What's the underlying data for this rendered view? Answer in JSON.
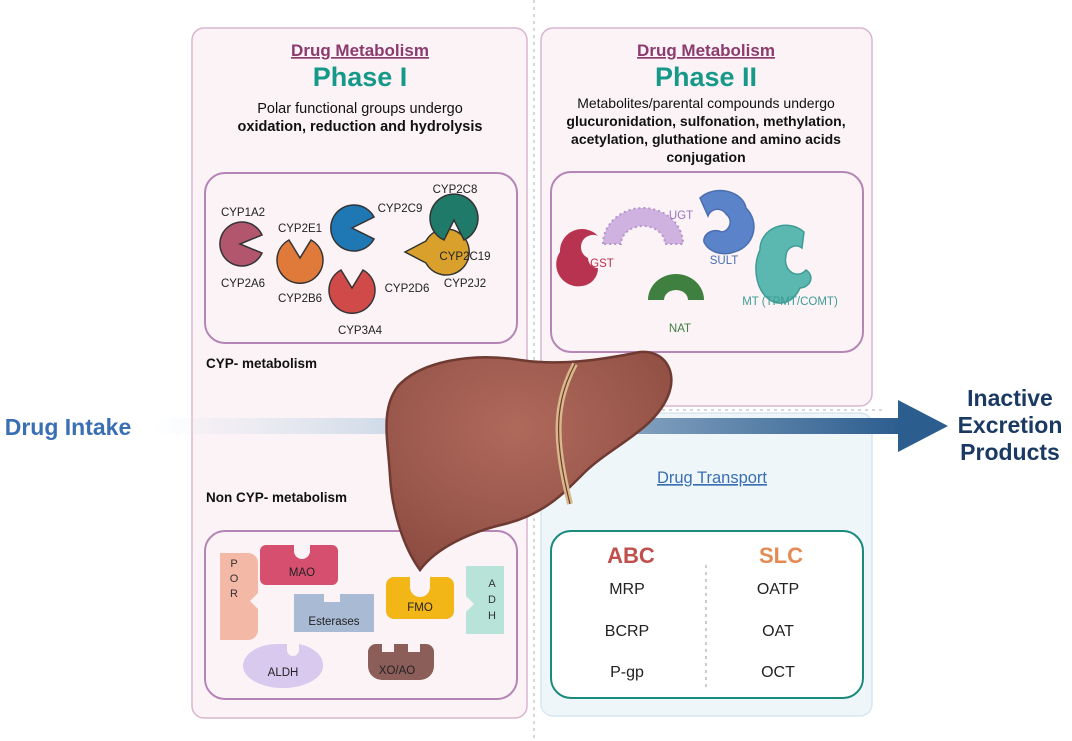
{
  "phase1": {
    "heading": "Drug Metabolism",
    "title": "Phase I",
    "desc_line1": "Polar functional groups undergo",
    "desc_line2": "oxidation, reduction and hydrolysis",
    "cyp_section": "CYP- metabolism",
    "noncyp_section": "Non CYP- metabolism",
    "cyp_enzymes": [
      "CYP1A2",
      "CYP2A6",
      "CYP2E1",
      "CYP2B6",
      "CYP2C9",
      "CYP3A4",
      "CYP2D6",
      "CYP2C8",
      "CYP2C19",
      "CYP2J2"
    ],
    "noncyp_enzymes": [
      "POR",
      "MAO",
      "Esterases",
      "FMO",
      "ADH",
      "ALDH",
      "XO/AO"
    ]
  },
  "phase2": {
    "heading": "Drug Metabolism",
    "title": "Phase II",
    "desc_line1": "Metabolites/parental compounds undergo",
    "desc_line2": "glucuronidation, sulfonation, methylation,",
    "desc_line3": "acetylation, gluthatione and amino acids",
    "desc_line4": "conjugation",
    "enzymes": [
      "UGT",
      "GST",
      "SULT",
      "NAT",
      "MT (TPMT/COMT)"
    ]
  },
  "transport": {
    "heading": "Drug Transport ",
    "abc_title": "ABC",
    "slc_title": "SLC",
    "abc_items": [
      "MRP",
      "BCRP",
      "P-gp"
    ],
    "slc_items": [
      "OATP",
      "OAT",
      "OCT"
    ]
  },
  "flow": {
    "intake": "Drug Intake",
    "output_line1": "Inactive",
    "output_line2": "Excretion",
    "output_line3": "Products"
  },
  "colors": {
    "heading": "#8c3b6e",
    "phase_title": "#17998a",
    "panel_bg": "#fbf3f6",
    "panel_border": "#d9b6cf",
    "inner_border": "#b585b5",
    "transport_bg": "#eef6fa",
    "transport_border": "#1a8a7c",
    "transport_heading": "#3a6fb3",
    "abc": "#c0504d",
    "slc": "#e58a53",
    "intake": "#3a6fb3",
    "output": "#1b3a63",
    "arrow": "#2b5d8e",
    "liver": "#9e5a4e"
  }
}
